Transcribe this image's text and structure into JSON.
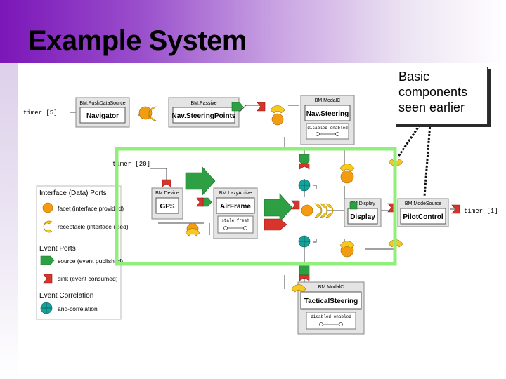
{
  "slide": {
    "title": "Example System",
    "callout": "Basic\ncomponents\nseen earlier"
  },
  "legend": {
    "sections": [
      "Interface (Data) Ports",
      "Event Ports",
      "Event Correlation"
    ],
    "items": [
      "facet (interface provided)",
      "receptacle (interface used)",
      "source (event published)",
      "sink (event consumed)",
      "and-correlation"
    ]
  },
  "timers": [
    "timer [5]",
    "timer [20]",
    "timer [1]"
  ],
  "components": [
    {
      "stereotype": "BM.PushDataSource",
      "name": "Navigator"
    },
    {
      "stereotype": "BM.Passive",
      "name": "Nav.SteeringPoints"
    },
    {
      "stereotype": "BM.ModalC",
      "name": "Nav.Steering",
      "state": "disabled  enabled"
    },
    {
      "stereotype": "BM.Device",
      "name": "GPS"
    },
    {
      "stereotype": "BM.LazyActive",
      "name": "AirFrame",
      "state": "stale  fresh"
    },
    {
      "stereotype": "BM.Display",
      "name": "Display"
    },
    {
      "stereotype": "BM.ModeSource",
      "name": "PilotControl"
    },
    {
      "stereotype": "BM.ModalC",
      "name": "TacticalSteering",
      "state": "disabled  enabled"
    }
  ],
  "colors": {
    "highlight": "#90ee7a",
    "facet": "#f39c12",
    "receptacle": "#f7c81e",
    "source": "#2ea043",
    "sink": "#d9342b",
    "correlation": "#14a39a"
  }
}
